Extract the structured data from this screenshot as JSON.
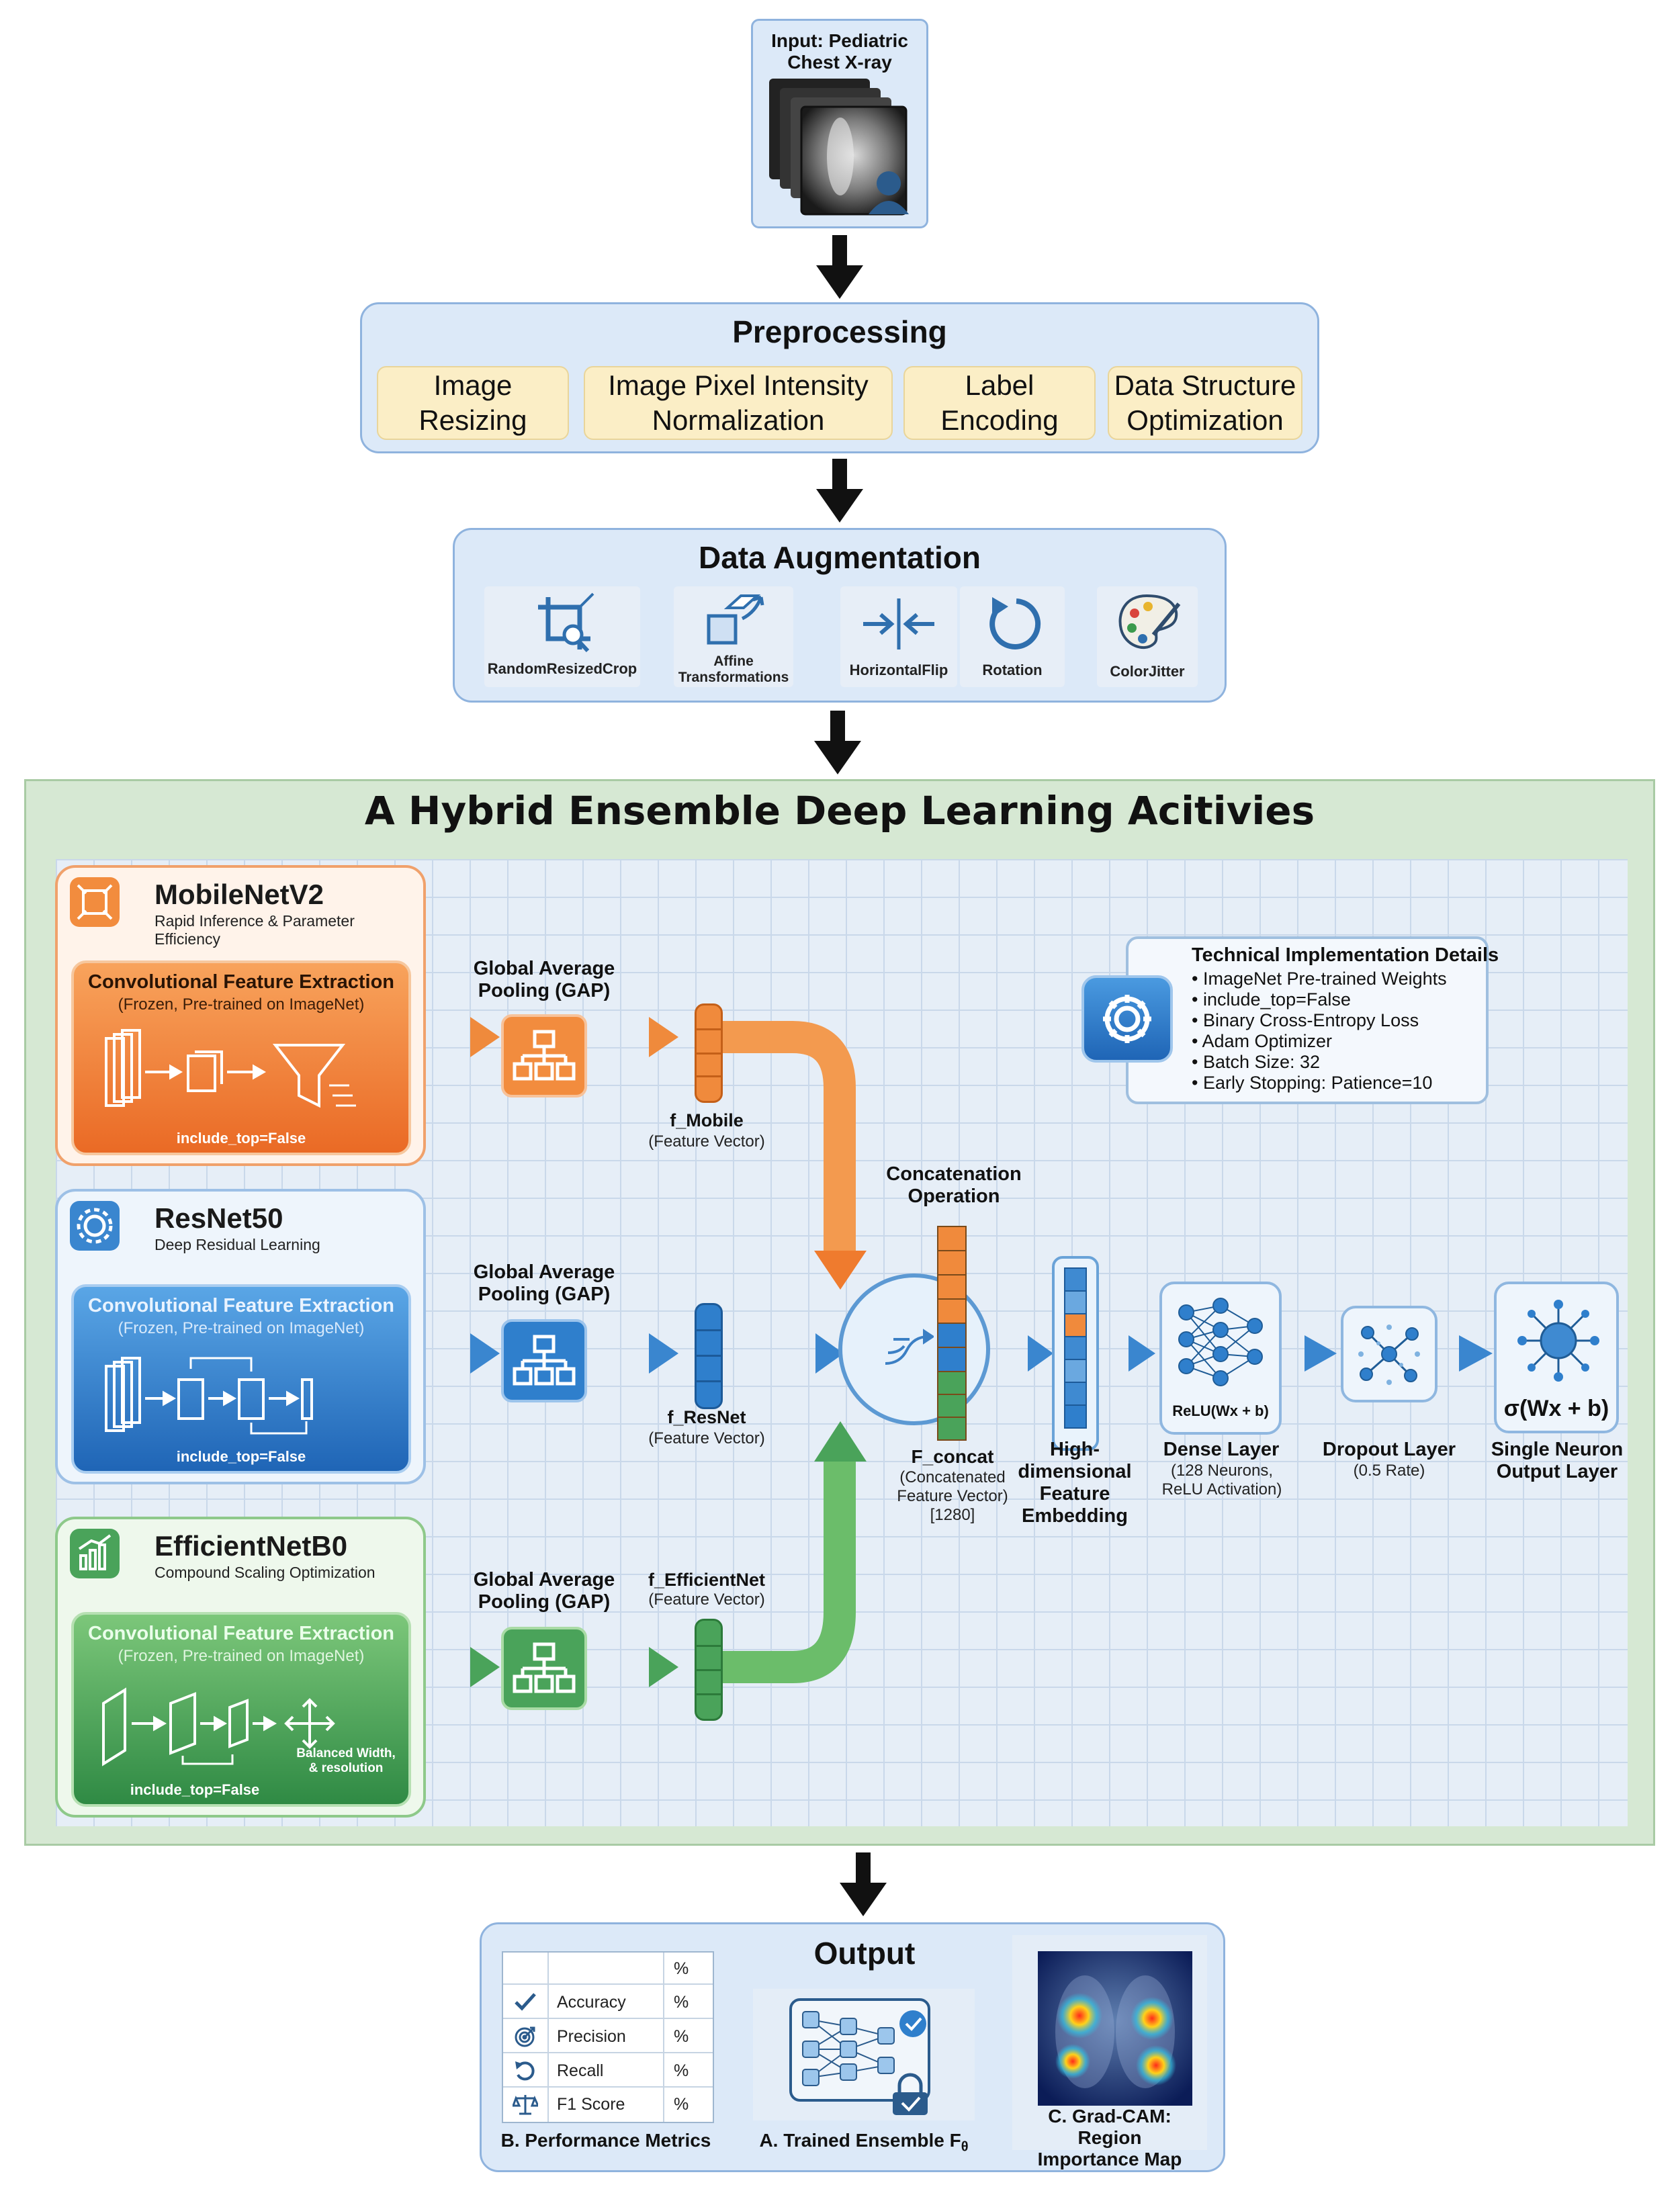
{
  "input": {
    "title": "Input: Pediatric Chest X-ray"
  },
  "preprocessing": {
    "title": "Preprocessing",
    "items": [
      "Image Resizing",
      "Image Pixel Intensity Normalization",
      "Label Encoding",
      "Data Structure Optimization"
    ]
  },
  "augmentation": {
    "title": "Data Augmentation",
    "items": [
      {
        "label": "RandomResizedCrop",
        "icon": "crop-icon"
      },
      {
        "label": "Affine Transformations",
        "icon": "affine-icon"
      },
      {
        "label": "HorizontalFlip",
        "icon": "flip-icon"
      },
      {
        "label": "Rotation",
        "icon": "rotation-icon"
      },
      {
        "label": "ColorJitter",
        "icon": "palette-icon"
      }
    ]
  },
  "ensemble": {
    "title": "A Hybrid Ensemble Deep Learning Acitivies",
    "models": [
      {
        "name": "MobileNetV2",
        "subtitle": "Rapid Inference & Parameter Efficiency",
        "extract_title": "Convolutional Feature Extraction",
        "extract_sub": "(Frozen, Pre-trained on ImageNet)",
        "include_top": "include_top=False",
        "color": "#f08a3c"
      },
      {
        "name": "ResNet50",
        "subtitle": "Deep Residual Learning",
        "extract_title": "Convolutional Feature Extraction",
        "extract_sub": "(Frozen, Pre-trained on ImageNet)",
        "include_top": "include_top=False",
        "color": "#2f7fcc"
      },
      {
        "name": "EfficientNetB0",
        "subtitle": "Compound Scaling Optimization",
        "extract_title": "Convolutional Feature Extraction",
        "extract_sub": "(Frozen, Pre-trained on ImageNet)",
        "include_top": "include_top=False",
        "extra": "Balanced Width, & resolution",
        "color": "#4aa35a"
      }
    ],
    "gap_label": "Global Average Pooling (GAP)",
    "vectors": [
      {
        "name": "f_Mobile",
        "sub": "(Feature Vector)"
      },
      {
        "name": "f_ResNet",
        "sub": "(Feature Vector)"
      },
      {
        "name": "f_EfficientNet",
        "sub": "(Feature Vector)"
      }
    ],
    "concat_label": "Concatenation Operation",
    "fconcat": {
      "name": "F_concat",
      "sub": "(Concatenated Feature Vector) [1280]"
    },
    "embedding": "High-dimensional Feature Embedding",
    "dense": {
      "name": "Dense Layer",
      "sub": "(128 Neurons, ReLU Activation)",
      "formula": "ReLU(Wx + b)"
    },
    "dropout": {
      "name": "Dropout Layer",
      "sub": "(0.5 Rate)"
    },
    "output_layer": {
      "name": "Single Neuron Output Layer",
      "formula": "σ(Wx + b)"
    },
    "tech": {
      "title": "Technical Implementation Details",
      "items": [
        "ImageNet Pre-trained Weights",
        "include_top=False",
        "Binary Cross-Entropy Loss",
        "Adam Optimizer",
        "Batch Size: 32",
        "Early Stopping: Patience=10"
      ]
    }
  },
  "output": {
    "title": "Output",
    "metrics_header": "%",
    "metrics": [
      {
        "name": "Accuracy",
        "value": "%"
      },
      {
        "name": "Precision",
        "value": "%"
      },
      {
        "name": "Recall",
        "value": "%"
      },
      {
        "name": "F1 Score",
        "value": "%"
      }
    ],
    "metrics_caption": "B. Performance Metrics",
    "ensemble_caption": "A. Trained Ensemble F",
    "ensemble_sub": "θ",
    "gradcam_caption": "C. Grad-CAM: Region Importance Map"
  }
}
